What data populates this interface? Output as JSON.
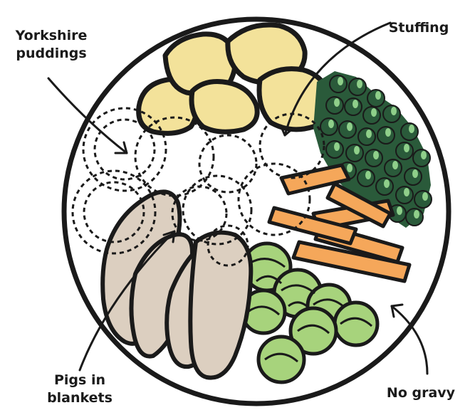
{
  "labels": {
    "yorkshire_line1": "Yorkshire",
    "yorkshire_line2": "puddings",
    "stuffing": "Stuffing",
    "pigs_line1": "Pigs in",
    "pigs_line2": "blankets",
    "gravy": "No gravy"
  },
  "colors": {
    "outline": "#1a1a1a",
    "potato": "#f3e29a",
    "peas": "#2a5a3a",
    "pea_highlight": "#8fcf8a",
    "carrot": "#f5a75a",
    "sprout": "#a7d37c",
    "meat": "#dccfc0",
    "background": "#ffffff"
  },
  "icons": [
    "curved-arrow-icon",
    "plate-icon"
  ]
}
